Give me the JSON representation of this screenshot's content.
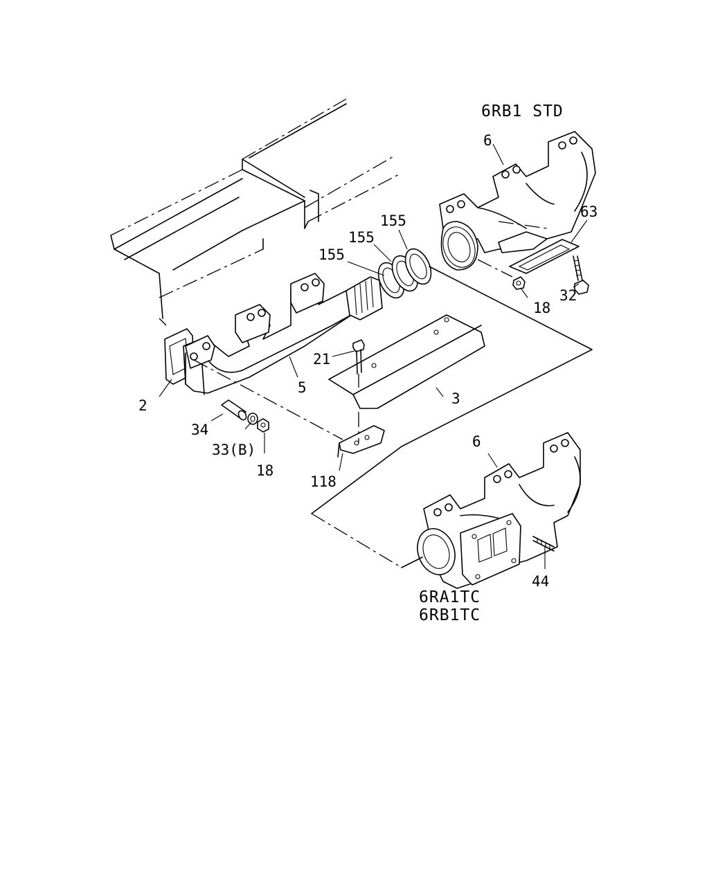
{
  "variants": {
    "std": "6RB1 STD",
    "tc_line1": "6RA1TC",
    "tc_line2": "6RB1TC"
  },
  "callouts": {
    "c2": "2",
    "c3": "3",
    "c5": "5",
    "c6_top": "6",
    "c6_bottom": "6",
    "c18_top": "18",
    "c18_left": "18",
    "c21": "21",
    "c32": "32",
    "c33b": "33(B)",
    "c34": "34",
    "c44": "44",
    "c63": "63",
    "c118": "118",
    "c155_a": "155",
    "c155_b": "155",
    "c155_c": "155"
  }
}
